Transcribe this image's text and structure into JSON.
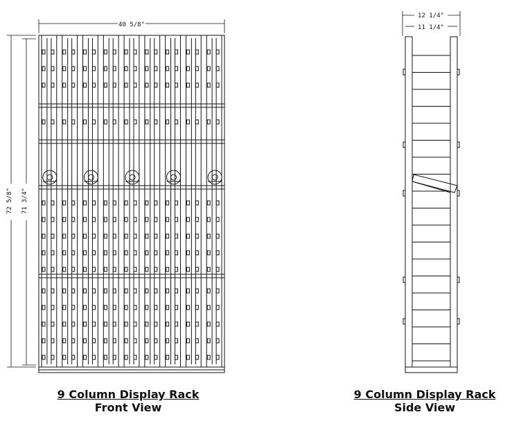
{
  "front_view": {
    "width_dim": "40 5/8\"",
    "height_outer_dim": "72 5/8\"",
    "height_inner_dim": "71 3/4\"",
    "caption_title": "9 Column Display Rack",
    "caption_view": "Front View"
  },
  "side_view": {
    "outer_depth_dim": "12 1/4\"",
    "inner_depth_dim": "11 1/4\"",
    "caption_title": "9 Column Display Rack",
    "caption_view": "Side View"
  },
  "rack": {
    "columns": 9
  }
}
